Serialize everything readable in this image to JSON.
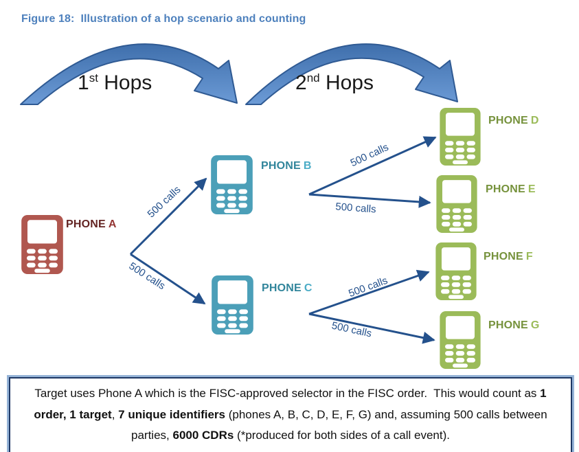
{
  "figure": {
    "label": "Figure 18:",
    "title": "Illustration of a hop scenario and counting"
  },
  "hops": [
    {
      "number": "1",
      "ordinal": "st",
      "word": "Hops"
    },
    {
      "number": "2",
      "ordinal": "nd",
      "word": "Hops"
    }
  ],
  "phones": [
    {
      "id": "A",
      "word": "PHONE",
      "letter": "A",
      "body": "#B0574F",
      "word_color": "#632423",
      "letter_color": "#943634",
      "role": "target"
    },
    {
      "id": "B",
      "word": "PHONE",
      "letter": "B",
      "body": "#4B9FB8",
      "word_color": "#31859B",
      "letter_color": "#4BACC6",
      "role": "first-hop"
    },
    {
      "id": "C",
      "word": "PHONE",
      "letter": "C",
      "body": "#4B9FB8",
      "word_color": "#31859B",
      "letter_color": "#4BACC6",
      "role": "first-hop"
    },
    {
      "id": "D",
      "word": "PHONE",
      "letter": "D",
      "body": "#9BBB59",
      "word_color": "#76923C",
      "letter_color": "#9BBB59",
      "role": "second-hop"
    },
    {
      "id": "E",
      "word": "PHONE",
      "letter": "E",
      "body": "#9BBB59",
      "word_color": "#76923C",
      "letter_color": "#9BBB59",
      "role": "second-hop"
    },
    {
      "id": "F",
      "word": "PHONE",
      "letter": "F",
      "body": "#9BBB59",
      "word_color": "#76923C",
      "letter_color": "#9BBB59",
      "role": "second-hop"
    },
    {
      "id": "G",
      "word": "PHONE",
      "letter": "G",
      "body": "#9BBB59",
      "word_color": "#76923C",
      "letter_color": "#9BBB59",
      "role": "second-hop"
    }
  ],
  "edges": [
    {
      "from": "A",
      "to": "B",
      "label": "500 calls"
    },
    {
      "from": "A",
      "to": "C",
      "label": "500 calls"
    },
    {
      "from": "B",
      "to": "D",
      "label": "500 calls"
    },
    {
      "from": "B",
      "to": "E",
      "label": "500 calls"
    },
    {
      "from": "C",
      "to": "F",
      "label": "500 calls"
    },
    {
      "from": "C",
      "to": "G",
      "label": "500 calls"
    }
  ],
  "caption": {
    "segments": [
      {
        "text": "Target uses Phone A which is the FISC-approved selector in the FISC order.  This would count as ",
        "bold": false
      },
      {
        "text": "1 order, 1 target",
        "bold": true
      },
      {
        "text": ", ",
        "bold": false
      },
      {
        "text": "7 unique identifiers",
        "bold": true
      },
      {
        "text": " (phones A, B, C, D, E, F, G) and, assuming 500 calls between parties, ",
        "bold": false
      },
      {
        "text": "6000 CDRs",
        "bold": true
      },
      {
        "text": " (*produced for both sides of a call event).",
        "bold": false
      }
    ]
  },
  "colors": {
    "title_blue": "#4E81BD",
    "curved_arrow_fill": "#4E7FC0",
    "curved_arrow_stroke": "#2F5A93",
    "connector_navy": "#24518C",
    "caption_border_outer": "#95B3D7",
    "caption_border_inner": "#1F3864"
  }
}
